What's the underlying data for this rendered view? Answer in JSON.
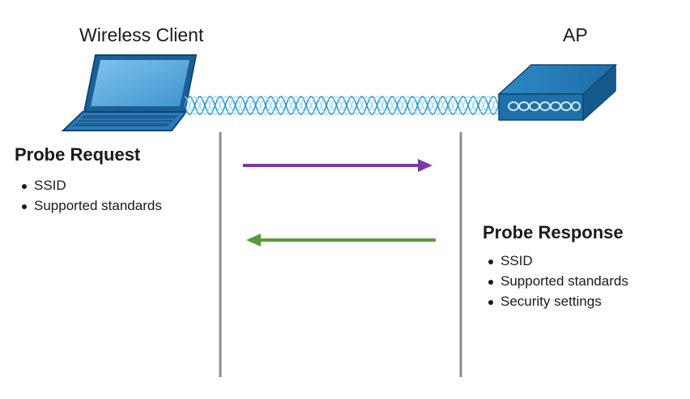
{
  "client": {
    "label": "Wireless Client",
    "icon": "laptop-icon"
  },
  "ap": {
    "label": "AP",
    "icon": "access-point-icon"
  },
  "link": {
    "icon": "wireless-signal-icon",
    "color": "#2a9bd6"
  },
  "probe_request": {
    "title": "Probe Request",
    "items": [
      "SSID",
      "Supported standards"
    ],
    "arrow_color": "#7a3aa8"
  },
  "probe_response": {
    "title": "Probe Response",
    "items": [
      "SSID",
      "Supported standards",
      "Security settings"
    ],
    "arrow_color": "#5a9a3a"
  },
  "colors": {
    "lifeline": "#8c8c8c",
    "device_blue": "#1f6fa8",
    "device_dark": "#155a8c"
  }
}
